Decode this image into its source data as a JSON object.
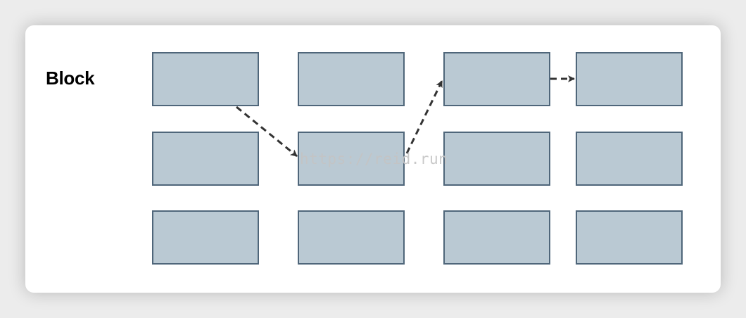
{
  "title": "Block",
  "watermark": "https://reid.run",
  "colors": {
    "page_background": "#ececec",
    "card_background": "#ffffff",
    "block_fill": "#bac9d3",
    "block_stroke": "#4f667a",
    "arrow": "#333333",
    "watermark": "#c4c4c4"
  },
  "grid": {
    "rows": 3,
    "columns": 4
  },
  "arrows": [
    {
      "from": {
        "row": 1,
        "col": 1
      },
      "to": {
        "row": 2,
        "col": 2
      }
    },
    {
      "from": {
        "row": 2,
        "col": 2
      },
      "to": {
        "row": 1,
        "col": 3
      }
    },
    {
      "from": {
        "row": 1,
        "col": 3
      },
      "to": {
        "row": 1,
        "col": 4
      }
    }
  ]
}
